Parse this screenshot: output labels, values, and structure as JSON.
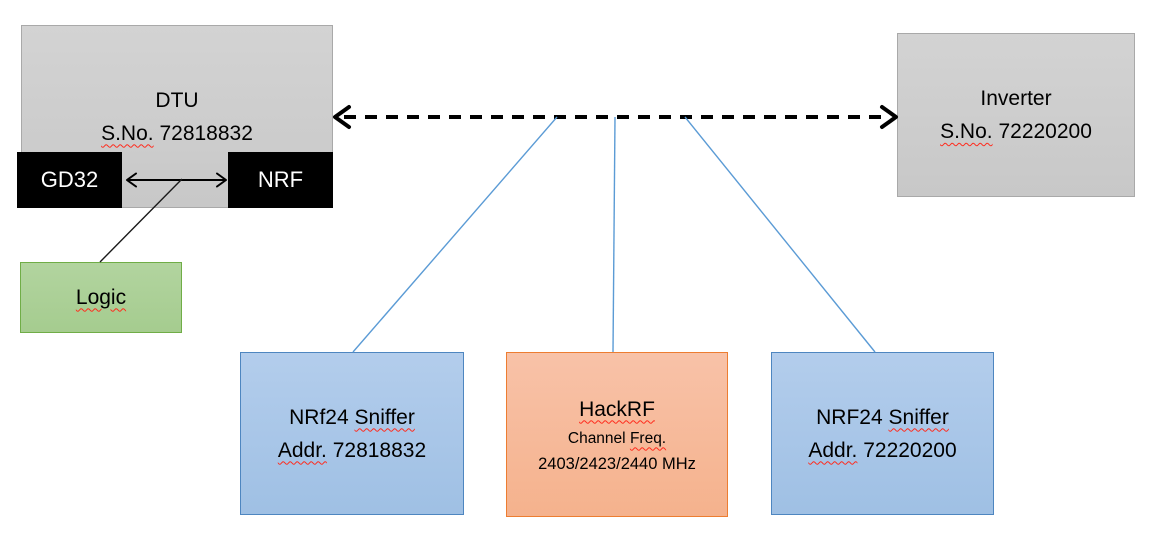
{
  "dtu": {
    "title": "DTU",
    "serial_prefix": "S.No.",
    "serial_number": "72818832",
    "chip_left": "GD32",
    "chip_right": "NRF"
  },
  "inverter": {
    "title": "Inverter",
    "serial_prefix": "S.No.",
    "serial_number": "72220200"
  },
  "logic": {
    "label": "Logic"
  },
  "sniffer_left": {
    "name": "NRf24",
    "name_suffix": "Sniffer",
    "addr_prefix": "Addr.",
    "addr_number": "72818832"
  },
  "hackrf": {
    "title": "HackRF",
    "freq_label_prefix": "Channel",
    "freq_label_suffix": "Freq.",
    "frequencies": "2403/2423/2440 MHz"
  },
  "sniffer_right": {
    "name": "NRF24",
    "name_suffix": "Sniffer",
    "addr_prefix": "Addr.",
    "addr_number": "72220200"
  },
  "colors": {
    "gray_fill": "#cecece",
    "gray_border": "#a9a9a9",
    "black_chip": "#000000",
    "green_fill": "#abcf96",
    "green_border": "#70ad47",
    "blue_fill": "#a6c5e8",
    "blue_border": "#4e86c0",
    "orange_fill": "#f7b99e",
    "orange_border": "#ed7d31",
    "connector_blue": "#5b9bd5",
    "squiggle_red": "#ff2a1c"
  }
}
